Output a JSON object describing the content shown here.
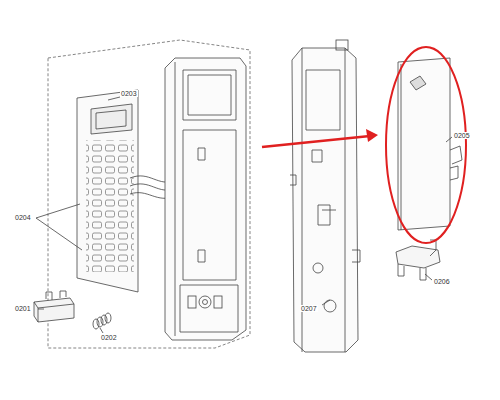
{
  "diagram": {
    "labels": [
      "0203",
      "0204",
      "0201",
      "0202",
      "0207",
      "0205",
      "0206"
    ]
  }
}
